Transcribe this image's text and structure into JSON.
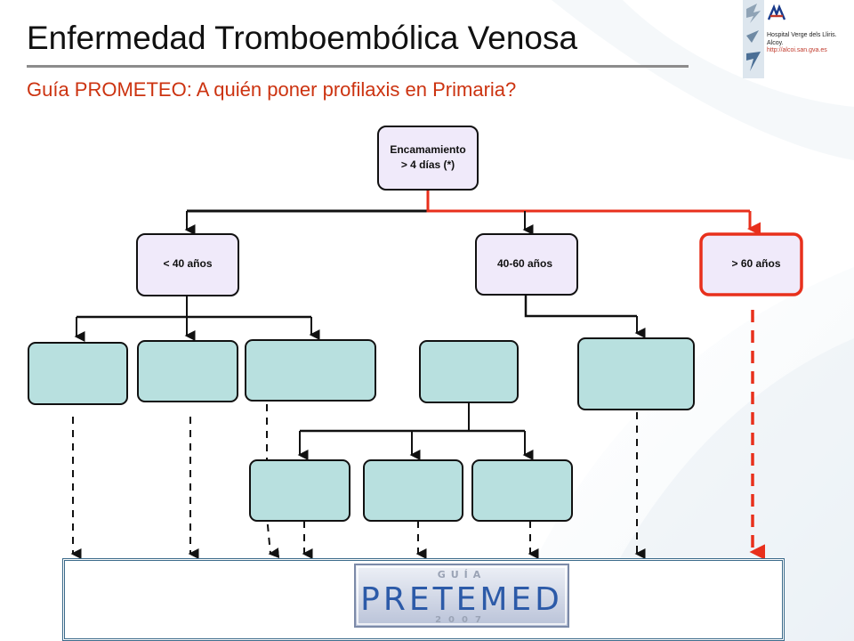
{
  "header": {
    "title": "Enfermedad Tromboembólica Venosa",
    "subtitle": "Guía PROMETEO: A quién poner profilaxis en Primaria?"
  },
  "hospital": {
    "name": "Hospital Verge dels Lliris. Alcoy.",
    "url": "http://alcoi.san.gva.es"
  },
  "diagram": {
    "root": {
      "line1": "Encamamiento",
      "line2": "> 4 días (*)"
    },
    "age_groups": [
      {
        "label": "< 40 años"
      },
      {
        "label": "40-60 años"
      },
      {
        "label": "> 60 años",
        "highlighted": true
      }
    ]
  },
  "footer_logo": {
    "top": "GUÍA",
    "word": "PRETEMED",
    "year": "2007"
  },
  "colors": {
    "title_text": "#111111",
    "subtitle_text": "#cc3310",
    "highlight": "#e8301c",
    "level1_fill": "#f0eafa",
    "leaf_fill": "#b8e0df",
    "connector": "#111111",
    "footer_border": "#3b6a8a"
  }
}
